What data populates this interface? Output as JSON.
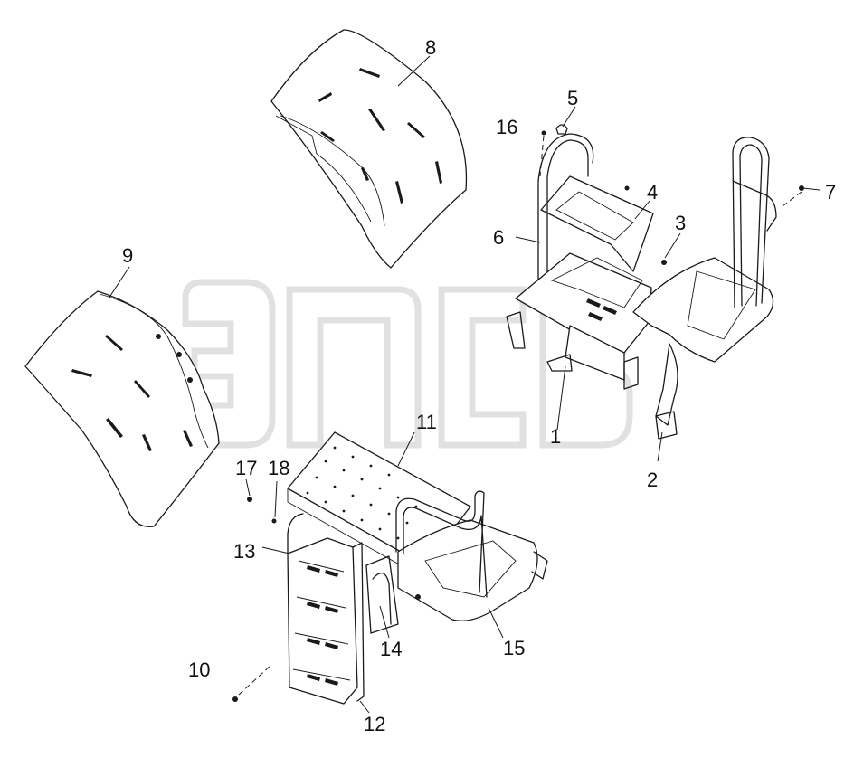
{
  "colors": {
    "line": "#1a1a1a",
    "paper": "#ffffff",
    "watermark": "#c9c9c9"
  },
  "callouts": [
    {
      "id": "1",
      "label": "1"
    },
    {
      "id": "2",
      "label": "2"
    },
    {
      "id": "3",
      "label": "3"
    },
    {
      "id": "4",
      "label": "4"
    },
    {
      "id": "5",
      "label": "5"
    },
    {
      "id": "6",
      "label": "6"
    },
    {
      "id": "7",
      "label": "7"
    },
    {
      "id": "8",
      "label": "8"
    },
    {
      "id": "9",
      "label": "9"
    },
    {
      "id": "10",
      "label": "10"
    },
    {
      "id": "11",
      "label": "11"
    },
    {
      "id": "12",
      "label": "12"
    },
    {
      "id": "13",
      "label": "13"
    },
    {
      "id": "14",
      "label": "14"
    },
    {
      "id": "15",
      "label": "15"
    },
    {
      "id": "16",
      "label": "16"
    },
    {
      "id": "17",
      "label": "17"
    },
    {
      "id": "18",
      "label": "18"
    }
  ],
  "watermark": {
    "text": "ЭЛСБ"
  }
}
